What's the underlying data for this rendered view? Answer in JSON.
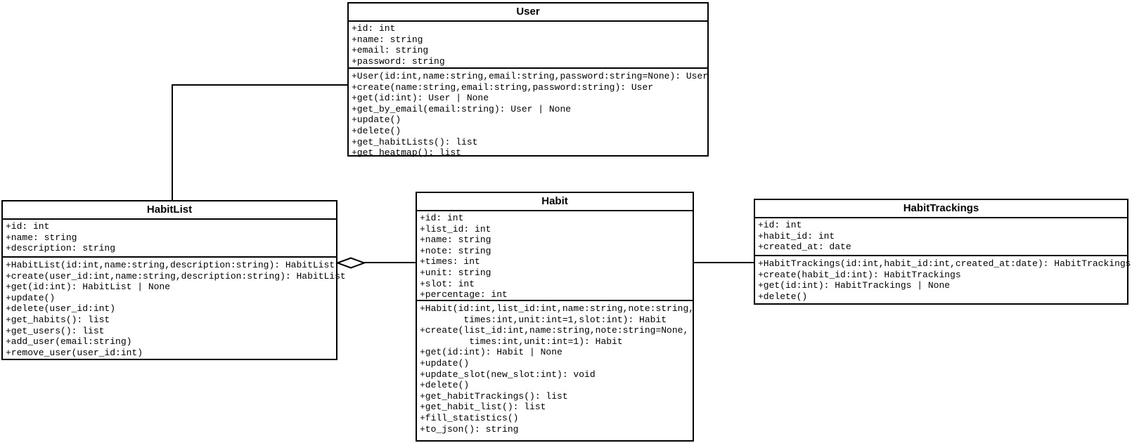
{
  "diagram": {
    "type": "uml-class-diagram",
    "colors": {
      "background": "#ffffff",
      "border": "#000000",
      "text": "#000000"
    },
    "classes": [
      {
        "name": "User",
        "attributes": [
          "+id: int",
          "+name: string",
          "+email: string",
          "+password: string"
        ],
        "methods": [
          "+User(id:int,name:string,email:string,password:string=None): User",
          "+create(name:string,email:string,password:string): User",
          "+get(id:int): User | None",
          "+get_by_email(email:string): User | None",
          "+update()",
          "+delete()",
          "+get_habitLists(): list",
          "+get_heatmap(): list"
        ]
      },
      {
        "name": "HabitList",
        "attributes": [
          "+id: int",
          "+name: string",
          "+description: string"
        ],
        "methods": [
          "+HabitList(id:int,name:string,description:string): HabitList",
          "+create(user_id:int,name:string,description:string): HabitList",
          "+get(id:int): HabitList | None",
          "+update()",
          "+delete(user_id:int)",
          "+get_habits(): list",
          "+get_users(): list",
          "+add_user(email:string)",
          "+remove_user(user_id:int)"
        ]
      },
      {
        "name": "Habit",
        "attributes": [
          "+id: int",
          "+list_id: int",
          "+name: string",
          "+note: string",
          "+times: int",
          "+unit: string",
          "+slot: int",
          "+percentage: int"
        ],
        "methods": [
          "+Habit(id:int,list_id:int,name:string,note:string,",
          "        times:int,unit:int=1,slot:int): Habit",
          "+create(list_id:int,name:string,note:string=None,",
          "         times:int,unit:int=1): Habit",
          "+get(id:int): Habit | None",
          "+update()",
          "+update_slot(new_slot:int): void",
          "+delete()",
          "+get_habitTrackings(): list",
          "+get_habit_list(): list",
          "+fill_statistics()",
          "+to_json(): string"
        ]
      },
      {
        "name": "HabitTrackings",
        "attributes": [
          "+id: int",
          "+habit_id: int",
          "+created_at: date"
        ],
        "methods": [
          "+HabitTrackings(id:int,habit_id:int,created_at:date): HabitTrackings",
          "+create(habit_id:int): HabitTrackings",
          "+get(id:int): HabitTrackings | None",
          "+delete()"
        ]
      }
    ],
    "relations": [
      {
        "from": "User",
        "to": "HabitList",
        "type": "association",
        "style": "elbow"
      },
      {
        "whole": "HabitList",
        "part": "Habit",
        "type": "aggregation",
        "diamond": "hollow",
        "diamond_at": "HabitList"
      },
      {
        "from": "Habit",
        "to": "HabitTrackings",
        "type": "association",
        "style": "straight"
      }
    ]
  }
}
